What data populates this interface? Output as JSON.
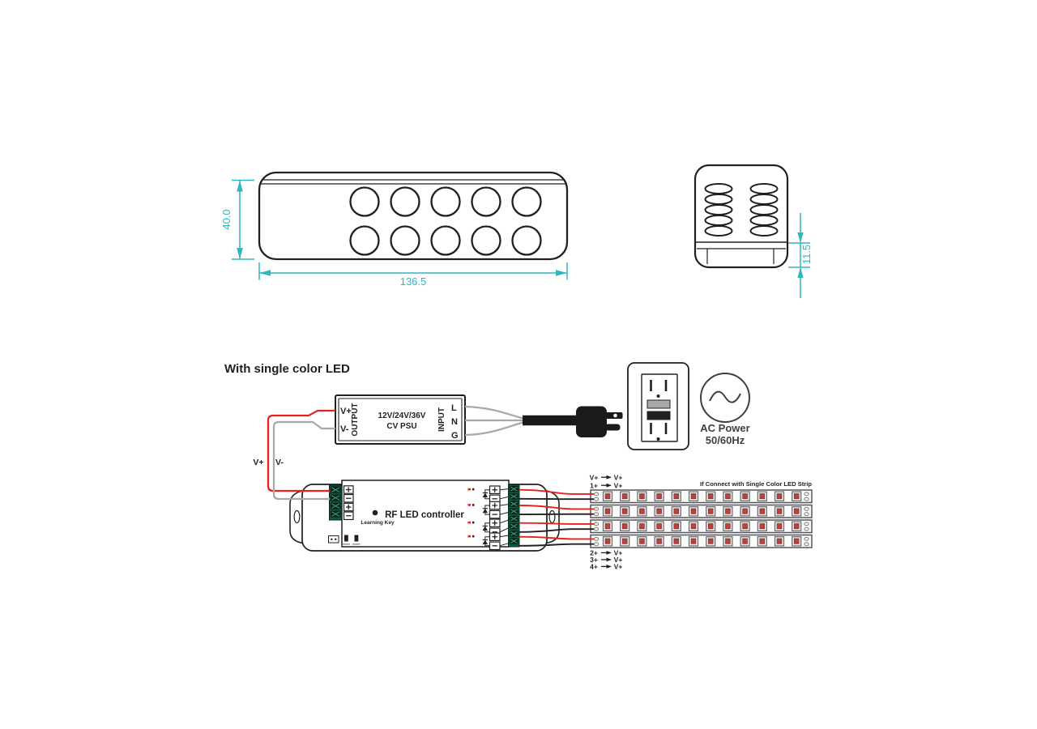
{
  "front_view": {
    "height": "40.0",
    "width": "136.5",
    "button_rows": 2,
    "buttons_per_row": 5
  },
  "side_view": {
    "thickness": "11.5",
    "button_rows": 5,
    "button_cols": 2
  },
  "heading": "With single color LED",
  "psu": {
    "vplus": "V+",
    "vminus": "V-",
    "output": "OUTPUT",
    "input": "INPUT",
    "spec1": "12V/24V/36V",
    "spec2": "CV PSU",
    "l": "L",
    "n": "N",
    "g": "G"
  },
  "wire_labels": {
    "vplus": "V+",
    "vminus": "V-"
  },
  "ac": {
    "line1": "AC Power",
    "line2": "50/60Hz"
  },
  "controller": {
    "title": "RF LED controller",
    "learning_key": "Learning Key",
    "left_polarity": [
      "+",
      "-",
      "+",
      "-"
    ],
    "channel_polarity": [
      "+",
      "-"
    ],
    "channel_count": 4
  },
  "strips": {
    "note": "If Connect with Single Color LED Strip",
    "labels_top": [
      [
        "V+",
        "V+"
      ],
      [
        "1+",
        "V+"
      ]
    ],
    "labels_bottom": [
      [
        "2+",
        "V+"
      ],
      [
        "3+",
        "V+"
      ],
      [
        "4+",
        "V+"
      ]
    ],
    "count": 4,
    "leds_per_strip": 12
  },
  "colors": {
    "dimension": "#31b6c0",
    "wire_red": "#e8211d",
    "wire_gray": "#a7a9ac",
    "wire_black": "#231f20",
    "terminal_green": "#0c5b45",
    "led_red": "#b2453c"
  }
}
